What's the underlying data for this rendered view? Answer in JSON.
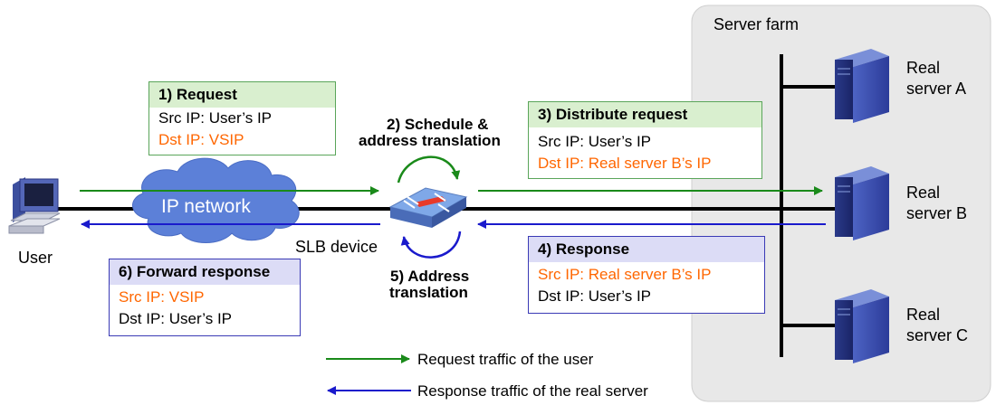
{
  "server_farm": {
    "title": "Server farm"
  },
  "servers": [
    {
      "label_line1": "Real",
      "label_line2": "server A"
    },
    {
      "label_line1": "Real",
      "label_line2": "server B"
    },
    {
      "label_line1": "Real",
      "label_line2": "server C"
    }
  ],
  "user": {
    "label": "User"
  },
  "network": {
    "label": "IP network"
  },
  "slb": {
    "label": "SLB device"
  },
  "steps": {
    "schedule": {
      "line1": "2) Schedule &",
      "line2": "address translation"
    },
    "address_translation": {
      "line1": "5) Address",
      "line2": "translation"
    }
  },
  "boxes": {
    "request": {
      "title": "1) Request",
      "src": "Src IP: User’s IP",
      "dst": "Dst IP: VSIP"
    },
    "distribute": {
      "title": "3) Distribute request",
      "src": "Src IP: User’s IP",
      "dst": "Dst IP: Real server B’s IP"
    },
    "response": {
      "title": "4) Response",
      "src": "Src IP: Real server B’s IP",
      "dst": "Dst IP: User’s IP"
    },
    "forward": {
      "title": "6) Forward response",
      "src": "Src IP: VSIP",
      "dst": "Dst IP: User’s IP"
    }
  },
  "legend": {
    "request": "Request traffic of the user",
    "response": "Response traffic of the real server"
  },
  "colors": {
    "request": "#1a8a1a",
    "response": "#1a1acc",
    "highlight": "#ff6600"
  }
}
